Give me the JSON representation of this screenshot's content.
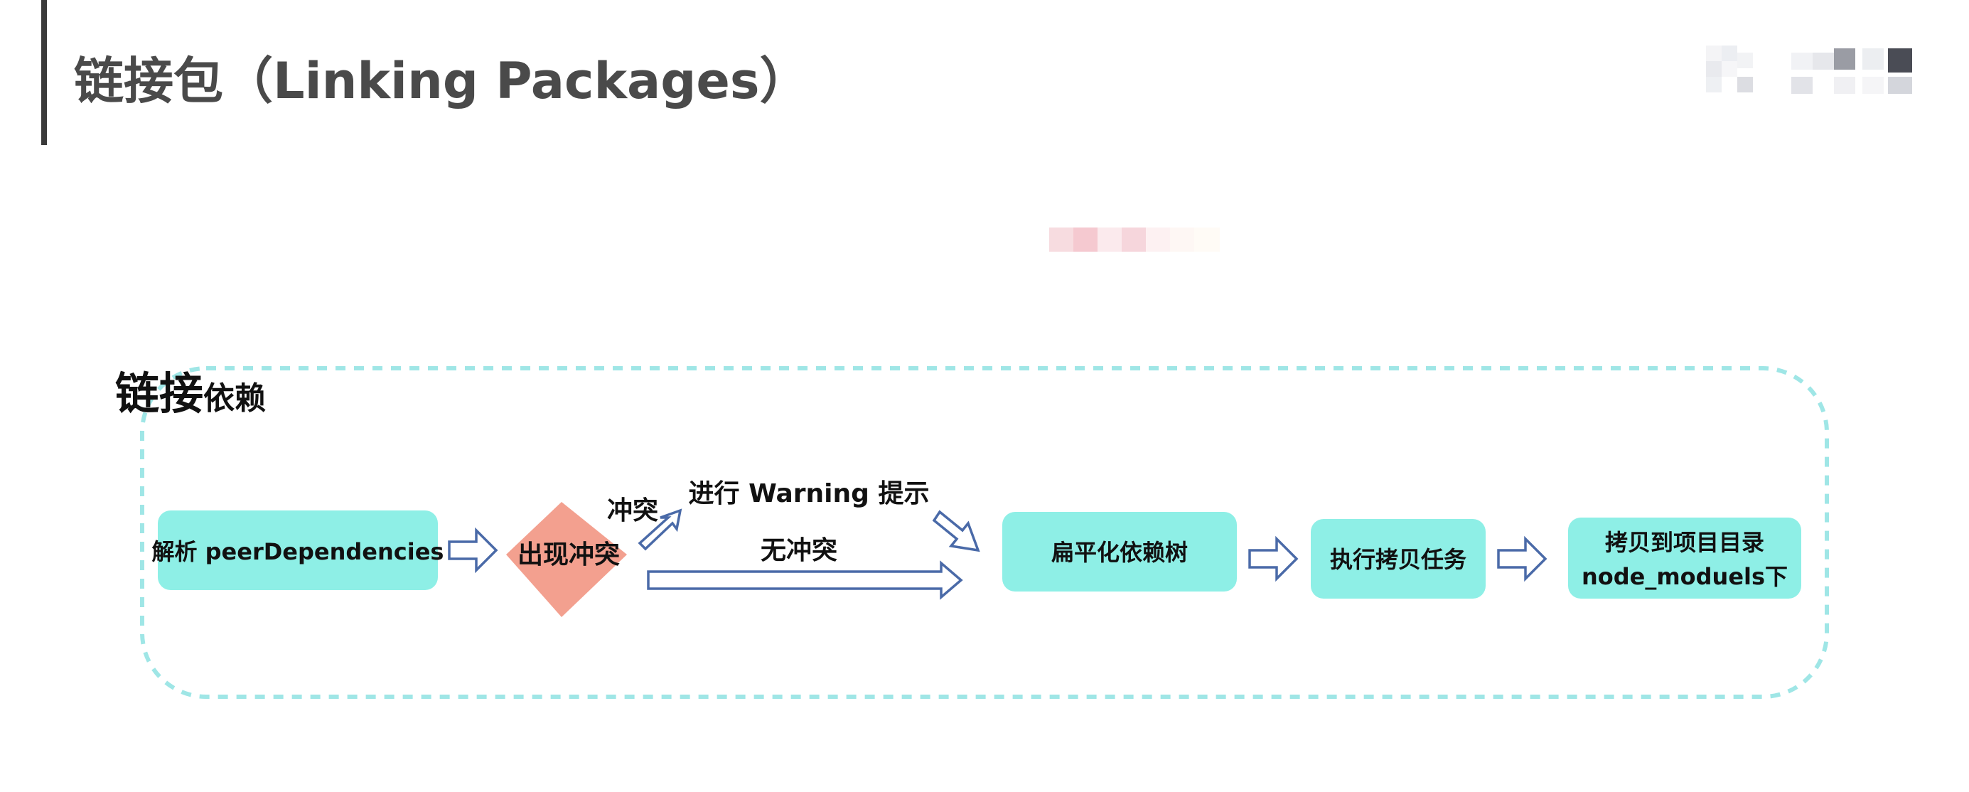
{
  "title": "链接包（Linking Packages）",
  "diagram": {
    "group_title_big": "链接",
    "group_title_small": "依赖",
    "nodes": {
      "parse": "解析 peerDependencies",
      "decision": "出现冲突",
      "flatten": "扁平化依赖树",
      "copy_task": "执行拷贝任务",
      "copy_dir_line1": "拷贝到项目目录",
      "copy_dir_line2": "node_moduels下"
    },
    "edges": {
      "conflict": "冲突",
      "warning": "进行 Warning 提示",
      "no_conflict": "无冲突"
    }
  },
  "colors": {
    "node_fill": "#8eefe6",
    "decision_fill": "#f3a08f",
    "group_border": "#9fe6e6",
    "arrow_stroke": "#4a6aa8",
    "title_color": "#4a4a4a"
  }
}
